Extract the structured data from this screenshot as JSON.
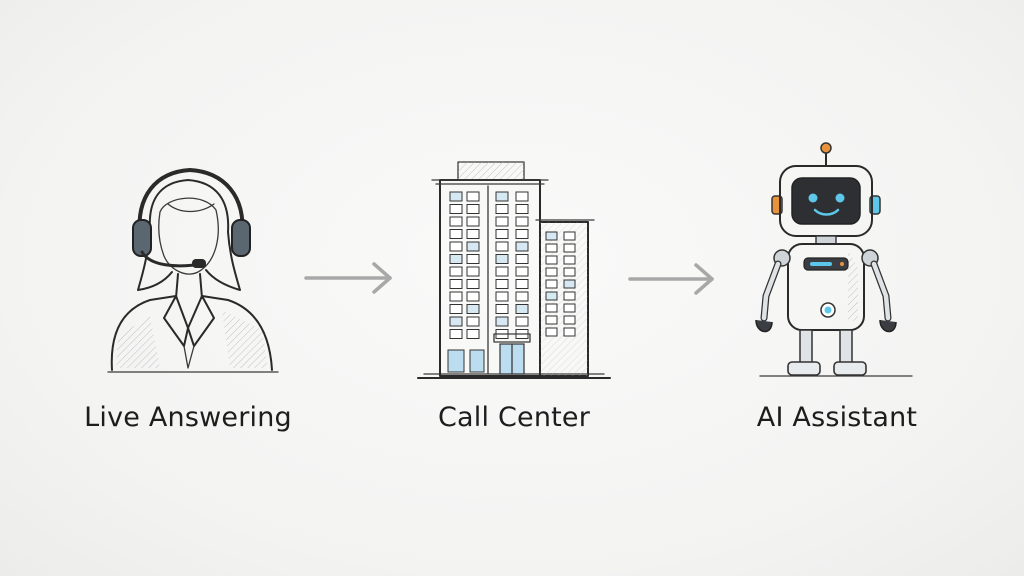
{
  "steps": [
    {
      "label": "Live Answering",
      "icon": "headset-agent-icon"
    },
    {
      "label": "Call Center",
      "icon": "office-building-icon"
    },
    {
      "label": "AI Assistant",
      "icon": "robot-icon"
    }
  ],
  "connectors": [
    "arrow-right-icon",
    "arrow-right-icon"
  ],
  "colors": {
    "ink": "#2a2a2a",
    "arrow": "#a8a8a8",
    "robot_accent": "#5ec6e8",
    "antenna_tip": "#e8923c",
    "window_tint": "#bcdcef"
  }
}
